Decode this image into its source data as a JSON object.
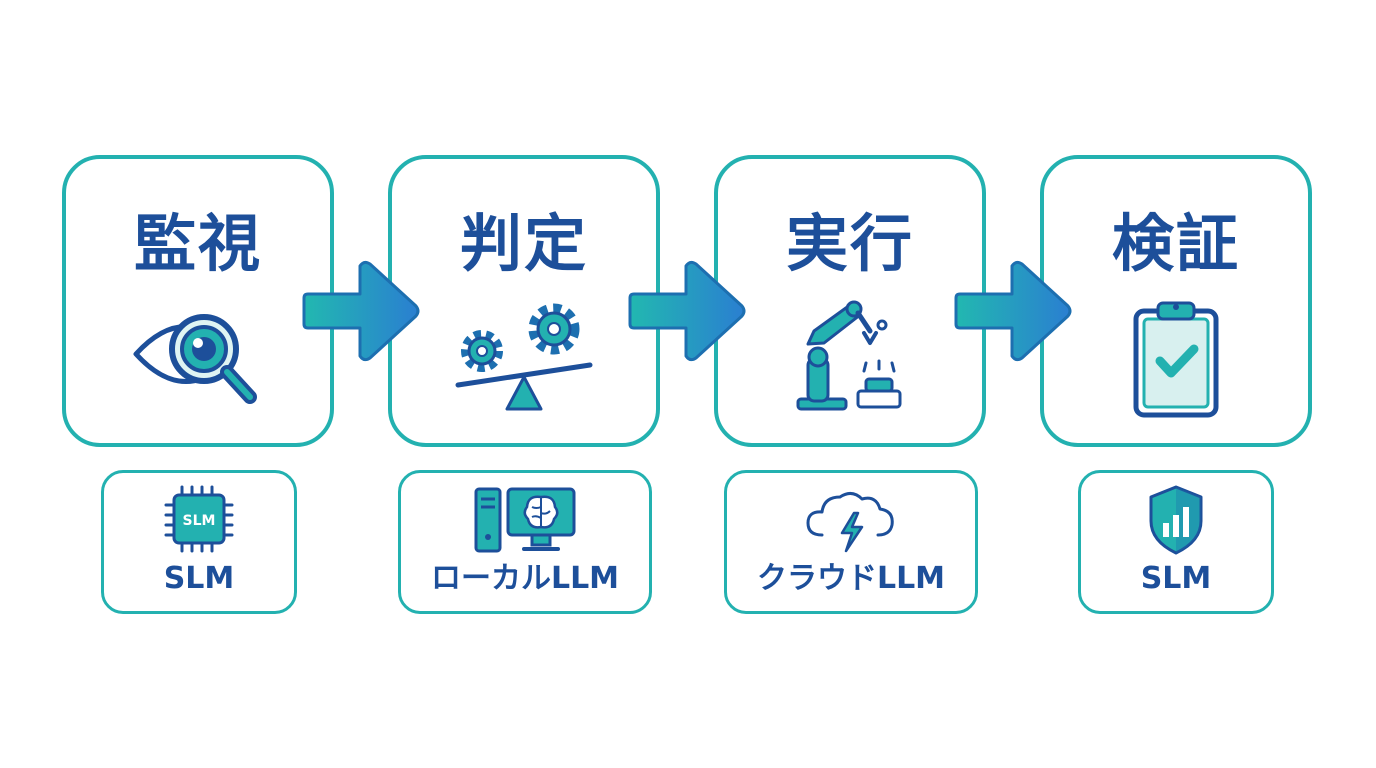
{
  "steps": [
    {
      "title": "監視",
      "icon": "eye-magnifier-icon"
    },
    {
      "title": "判定",
      "icon": "gears-balance-icon"
    },
    {
      "title": "実行",
      "icon": "robot-arm-icon"
    },
    {
      "title": "検証",
      "icon": "clipboard-check-icon"
    }
  ],
  "models": [
    {
      "label": "SLM",
      "icon": "chip-icon",
      "chip_text": "SLM"
    },
    {
      "label": "ローカルLLM",
      "icon": "computer-brain-icon"
    },
    {
      "label": "クラウドLLM",
      "icon": "cloud-lightning-icon"
    },
    {
      "label": "SLM",
      "icon": "shield-chart-icon"
    }
  ],
  "colors": {
    "border": "#23b1b0",
    "text": "#1d4f9a",
    "gradient_start": "#22b8b0",
    "gradient_end": "#2a7fd1"
  }
}
